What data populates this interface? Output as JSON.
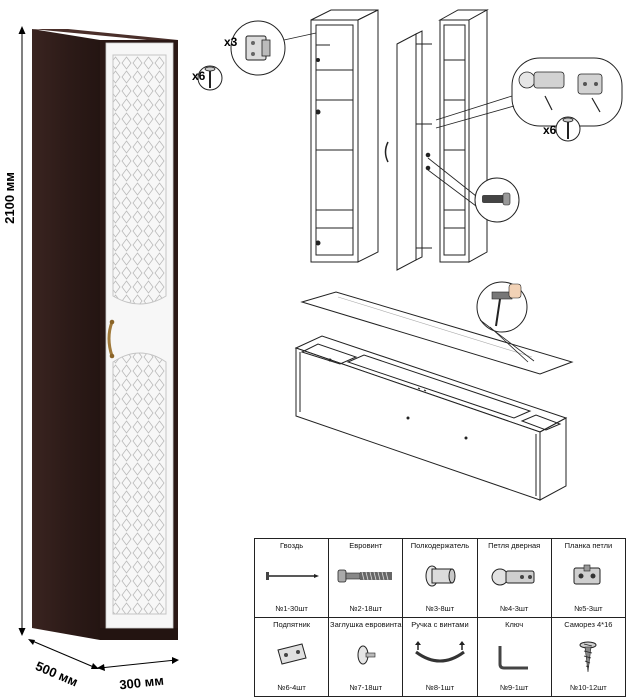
{
  "dimensions": {
    "height": "2100 мм",
    "depth": "500 мм",
    "width": "300 мм"
  },
  "callouts": {
    "screws_top_left": "x6",
    "hinges_top_left": "x3",
    "screws_right": "x6"
  },
  "parts": [
    {
      "name": "Гвоздь",
      "qty": "№1-30шт",
      "icon": "nail-icon"
    },
    {
      "name": "Евровинт",
      "qty": "№2-18шт",
      "icon": "euroscrew-icon"
    },
    {
      "name": "Полкодержатель",
      "qty": "№3-8шт",
      "icon": "shelf-support-icon"
    },
    {
      "name": "Петля дверная",
      "qty": "№4-3шт",
      "icon": "door-hinge-icon"
    },
    {
      "name": "Планка петли",
      "qty": "№5-3шт",
      "icon": "hinge-plate-icon"
    },
    {
      "name": "Подпятник",
      "qty": "№6-4шт",
      "icon": "foot-pad-icon"
    },
    {
      "name": "Заглушка евровинта",
      "qty": "№7-18шт",
      "icon": "screw-cap-icon"
    },
    {
      "name": "Ручка с винтами",
      "qty": "№8-1шт",
      "icon": "handle-icon"
    },
    {
      "name": "Ключ",
      "qty": "№9-1шт",
      "icon": "hex-key-icon"
    },
    {
      "name": "Саморез 4*16",
      "qty": "№10-12шт",
      "icon": "self-tapping-screw-icon"
    }
  ]
}
